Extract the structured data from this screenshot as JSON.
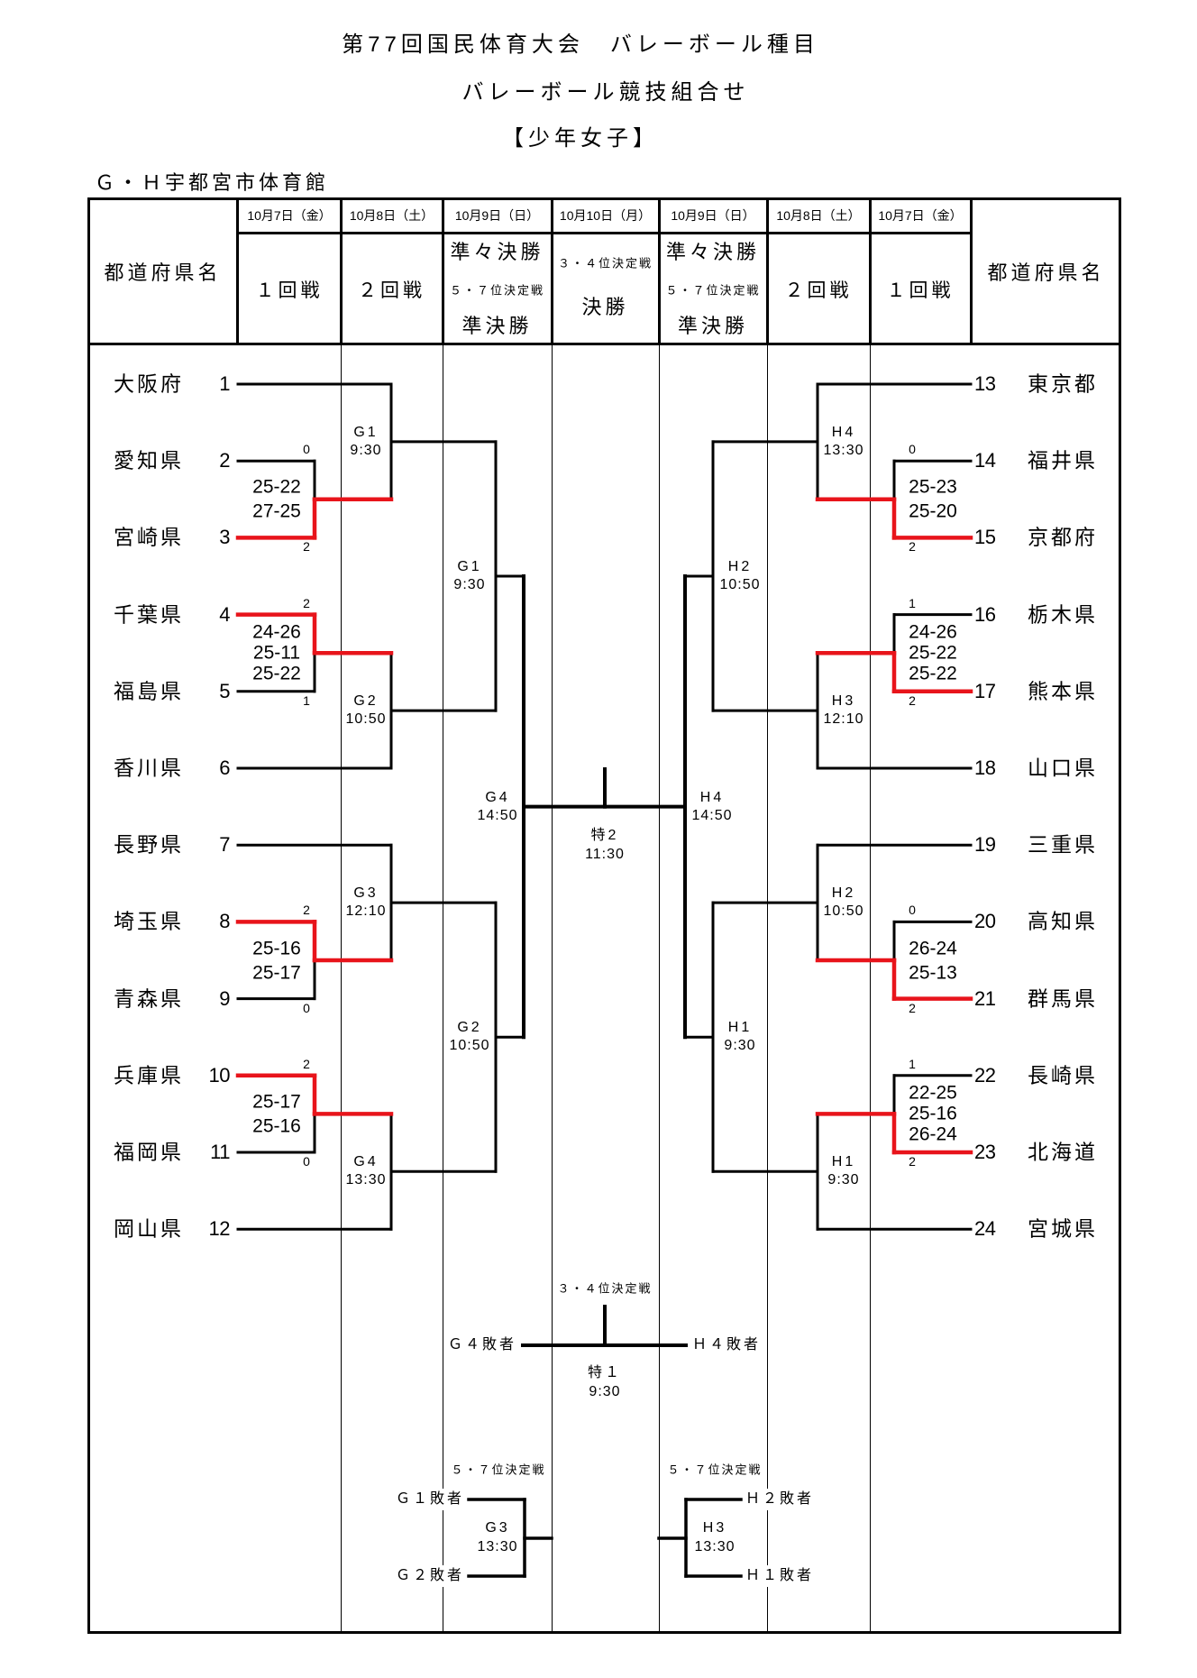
{
  "title": {
    "line1": "第77回国民体育大会　バレーボール種目",
    "line2": "バレーボール競技組合せ",
    "line3": "【少年女子】"
  },
  "venue": "Ｇ・Ｈ宇都宮市体育館",
  "header": {
    "name_col_left": "都道府県名",
    "name_col_right": "都道府県名",
    "columns": [
      {
        "date": "10月7日（金）",
        "round": "１回戦"
      },
      {
        "date": "10月8日（土）",
        "round": "２回戦"
      },
      {
        "date": "10月9日（日）",
        "round": "準々決勝",
        "sub": "５・７位決定戦",
        "round2": "準決勝"
      },
      {
        "date": "10月10日（月）",
        "sub": "３・４位決定戦",
        "round": "決勝"
      },
      {
        "date": "10月9日（日）",
        "round": "準々決勝",
        "sub": "５・７位決定戦",
        "round2": "準決勝"
      },
      {
        "date": "10月8日（土）",
        "round": "２回戦"
      },
      {
        "date": "10月7日（金）",
        "round": "１回戦"
      }
    ]
  },
  "colors": {
    "winner_line": "#e8141b",
    "line": "#000000"
  },
  "teams": [
    {
      "seed": "1",
      "name": "大阪府"
    },
    {
      "seed": "2",
      "name": "愛知県"
    },
    {
      "seed": "3",
      "name": "宮崎県"
    },
    {
      "seed": "4",
      "name": "千葉県"
    },
    {
      "seed": "5",
      "name": "福島県"
    },
    {
      "seed": "6",
      "name": "香川県"
    },
    {
      "seed": "7",
      "name": "長野県"
    },
    {
      "seed": "8",
      "name": "埼玉県"
    },
    {
      "seed": "9",
      "name": "青森県"
    },
    {
      "seed": "10",
      "name": "兵庫県"
    },
    {
      "seed": "11",
      "name": "福岡県"
    },
    {
      "seed": "12",
      "name": "岡山県"
    },
    {
      "seed": "13",
      "name": "東京都"
    },
    {
      "seed": "14",
      "name": "福井県"
    },
    {
      "seed": "15",
      "name": "京都府"
    },
    {
      "seed": "16",
      "name": "栃木県"
    },
    {
      "seed": "17",
      "name": "熊本県"
    },
    {
      "seed": "18",
      "name": "山口県"
    },
    {
      "seed": "19",
      "name": "三重県"
    },
    {
      "seed": "20",
      "name": "高知県"
    },
    {
      "seed": "21",
      "name": "群馬県"
    },
    {
      "seed": "22",
      "name": "長崎県"
    },
    {
      "seed": "23",
      "name": "北海道"
    },
    {
      "seed": "24",
      "name": "宮城県"
    }
  ],
  "bracket": {
    "left": {
      "second_round": [
        {
          "code": "G1",
          "time": "9:30",
          "entrants": [
            {
              "team": 1
            },
            {
              "first_round": {
                "teams": [
                  2,
                  3
                ],
                "sets": [
                  "0",
                  "2"
                ],
                "scores": [
                  "25-22",
                  "27-25"
                ],
                "winner": 3
              }
            }
          ]
        },
        {
          "code": "G2",
          "time": "10:50",
          "entrants": [
            {
              "first_round": {
                "teams": [
                  4,
                  5
                ],
                "sets": [
                  "2",
                  "1"
                ],
                "scores": [
                  "24-26",
                  "25-11",
                  "25-22"
                ],
                "winner": 4
              }
            },
            {
              "team": 6
            }
          ]
        },
        {
          "code": "G3",
          "time": "12:10",
          "entrants": [
            {
              "team": 7
            },
            {
              "first_round": {
                "teams": [
                  8,
                  9
                ],
                "sets": [
                  "2",
                  "0"
                ],
                "scores": [
                  "25-16",
                  "25-17"
                ],
                "winner": 8
              }
            }
          ]
        },
        {
          "code": "G4",
          "time": "13:30",
          "entrants": [
            {
              "first_round": {
                "teams": [
                  10,
                  11
                ],
                "sets": [
                  "2",
                  "0"
                ],
                "scores": [
                  "25-17",
                  "25-16"
                ],
                "winner": 10
              }
            },
            {
              "team": 12
            }
          ]
        }
      ],
      "quarterfinals": [
        {
          "code": "G1",
          "time": "9:30"
        },
        {
          "code": "G2",
          "time": "10:50"
        }
      ],
      "semifinal": {
        "code": "G4",
        "time": "14:50"
      }
    },
    "right": {
      "second_round": [
        {
          "code": "H4",
          "time": "13:30",
          "entrants": [
            {
              "team": 13
            },
            {
              "first_round": {
                "teams": [
                  14,
                  15
                ],
                "sets": [
                  "0",
                  "2"
                ],
                "scores": [
                  "25-23",
                  "25-20"
                ],
                "winner": 15
              }
            }
          ]
        },
        {
          "code": "H3",
          "time": "12:10",
          "entrants": [
            {
              "first_round": {
                "teams": [
                  16,
                  17
                ],
                "sets": [
                  "1",
                  "2"
                ],
                "scores": [
                  "24-26",
                  "25-22",
                  "25-22"
                ],
                "winner": 17
              }
            },
            {
              "team": 18
            }
          ]
        },
        {
          "code": "H2",
          "time": "10:50",
          "entrants": [
            {
              "team": 19
            },
            {
              "first_round": {
                "teams": [
                  20,
                  21
                ],
                "sets": [
                  "0",
                  "2"
                ],
                "scores": [
                  "26-24",
                  "25-13"
                ],
                "winner": 21
              }
            }
          ]
        },
        {
          "code": "H1",
          "time": "9:30",
          "entrants": [
            {
              "first_round": {
                "teams": [
                  22,
                  23
                ],
                "sets": [
                  "1",
                  "2"
                ],
                "scores": [
                  "22-25",
                  "25-16",
                  "26-24"
                ],
                "winner": 23
              }
            },
            {
              "team": 24
            }
          ]
        }
      ],
      "quarterfinals": [
        {
          "code": "H2",
          "time": "10:50"
        },
        {
          "code": "H1",
          "time": "9:30"
        }
      ],
      "semifinal": {
        "code": "H4",
        "time": "14:50"
      }
    },
    "final": {
      "code": "特2",
      "time": "11:30"
    },
    "third_place": {
      "title": "３・４位決定戦",
      "left": "Ｇ４敗者",
      "right": "Ｈ４敗者",
      "code": "特１",
      "time": "9:30"
    },
    "fifth_place": [
      {
        "title": "５・７位決定戦",
        "top": "Ｇ１敗者",
        "bottom": "Ｇ２敗者",
        "code": "G3",
        "time": "13:30"
      },
      {
        "title": "５・７位決定戦",
        "top": "Ｈ２敗者",
        "bottom": "Ｈ１敗者",
        "code": "H3",
        "time": "13:30"
      }
    ]
  }
}
